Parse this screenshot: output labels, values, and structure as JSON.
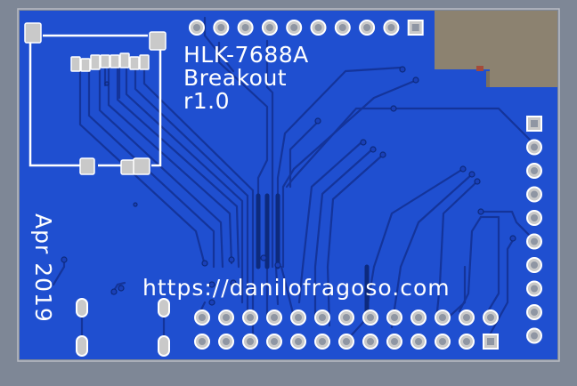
{
  "board": {
    "title_line1": "HLK-7688A",
    "title_line2": "Breakout",
    "revision": "r1.0",
    "date": "Apr 2019",
    "url": "https://danilofragoso.com"
  },
  "colors": {
    "background": "#7e8796",
    "board_copper": "#1f4fd0",
    "trace": "#14349a",
    "trace_dark": "#0d2a7d",
    "silkscreen": "#ffffff",
    "pad": "#c9c9c9",
    "module_shield": "#8c8270"
  },
  "headers": {
    "top_row_pins": 10,
    "right_column_pins": 10,
    "bottom_rows": 2,
    "bottom_row_pins": 13
  }
}
